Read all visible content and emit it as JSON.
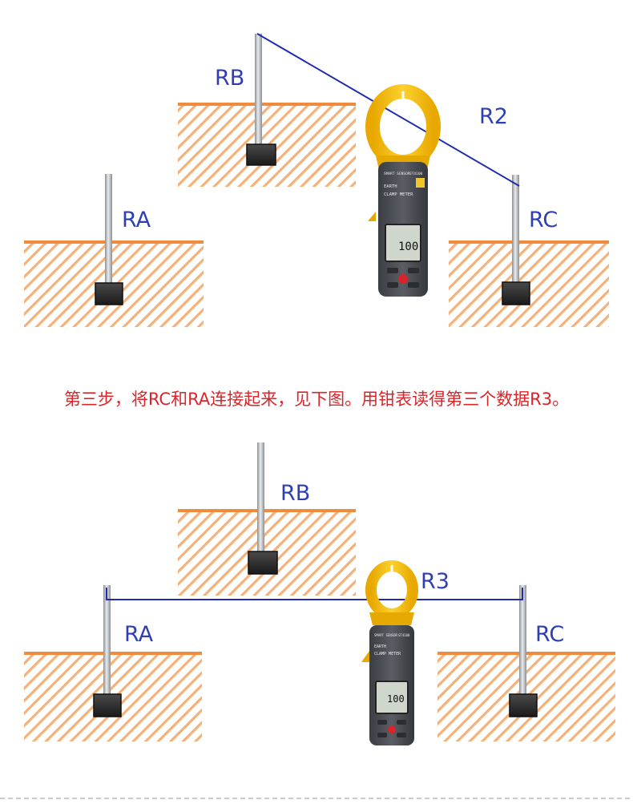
{
  "diagram1": {
    "labels": {
      "rb": "RB",
      "ra": "RA",
      "rc": "RC",
      "r2": "R2"
    },
    "meter": {
      "brand": "SMART SENSOR",
      "model": "ST4100",
      "line1": "EARTH",
      "line2": "CLAMP METER",
      "reading": "100"
    }
  },
  "instruction": "第三步，将RC和RA连接起来，见下图。用钳表读得第三个数据R3。",
  "diagram2": {
    "labels": {
      "rb": "RB",
      "ra": "RA",
      "rc": "RC",
      "r3": "R3"
    },
    "meter": {
      "brand": "SMART SENSOR",
      "model": "ST4100",
      "line1": "EARTH",
      "line2": "CLAMP METER",
      "reading": "100"
    }
  },
  "colors": {
    "ground_line": "#f08a3c",
    "hatch": "#f4b179",
    "wire": "#1f2cb0",
    "label": "#2f3fb3",
    "instruction": "#d9262a",
    "meter_yellow": "#f3b90f",
    "meter_body": "#4a4d52"
  }
}
